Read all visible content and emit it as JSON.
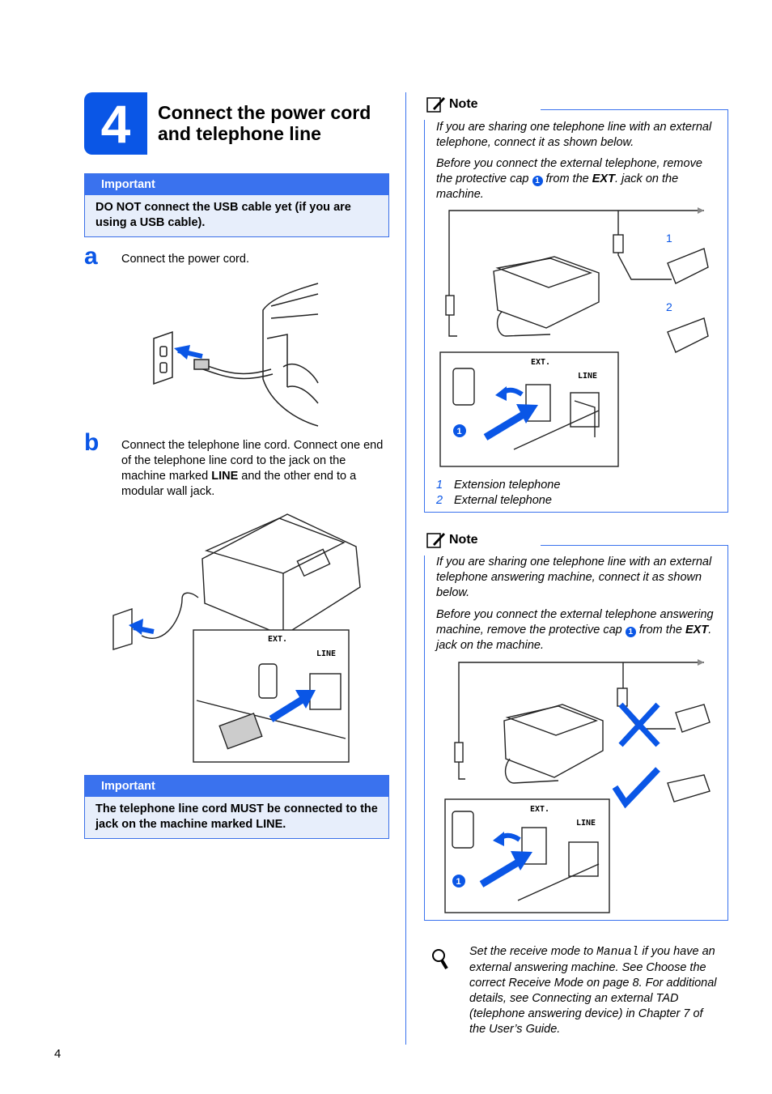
{
  "step": {
    "number": "4",
    "title": "Connect the power cord and telephone line"
  },
  "important1": {
    "heading": "Important",
    "text": "DO NOT connect the USB cable yet (if you are using a USB cable)."
  },
  "step_a": {
    "letter": "a",
    "text": "Connect the power cord."
  },
  "step_b": {
    "letter": "b",
    "text_before": "Connect the telephone line cord. Connect one end of the telephone line cord to the jack on the machine marked ",
    "text_bold": "LINE",
    "text_after": " and the other end to a modular wall jack."
  },
  "important2": {
    "heading": "Important",
    "text": "The telephone line cord MUST be connected to the jack on the machine marked LINE."
  },
  "note1": {
    "heading": "Note",
    "p1": "If you are sharing one telephone line with an external telephone, connect it as shown below.",
    "p2_before": "Before you connect the external telephone, remove the protective cap ",
    "p2_num": "1",
    "p2_mid": " from the ",
    "p2_bold": "EXT",
    "p2_after": ". jack on the machine.",
    "legend": [
      {
        "num": "1",
        "label": "Extension telephone"
      },
      {
        "num": "2",
        "label": "External telephone"
      }
    ],
    "callouts": [
      "1",
      "2"
    ]
  },
  "note2": {
    "heading": "Note",
    "p1": "If you are sharing one telephone line with an external telephone answering machine, connect it as shown below.",
    "p2_before": "Before you connect the external telephone answering machine, remove the protective cap ",
    "p2_num": "1",
    "p2_mid": " from the ",
    "p2_bold": "EXT",
    "p2_after": ". jack on the machine."
  },
  "diagram_labels": {
    "ext": "EXT.",
    "line": "LINE",
    "cap_num": "1"
  },
  "tip": {
    "before": "Set the receive mode to ",
    "code": "Manual",
    "after": " if you have an external answering machine. See Choose the correct Receive Mode on page 8. For additional details, see Connecting an external TAD (telephone answering device) in Chapter 7 of the User’s Guide."
  },
  "page_number": "4",
  "colors": {
    "accent": "#0a56e6",
    "important_bg": "#e7eefb",
    "header_blue": "#3a72ee"
  }
}
